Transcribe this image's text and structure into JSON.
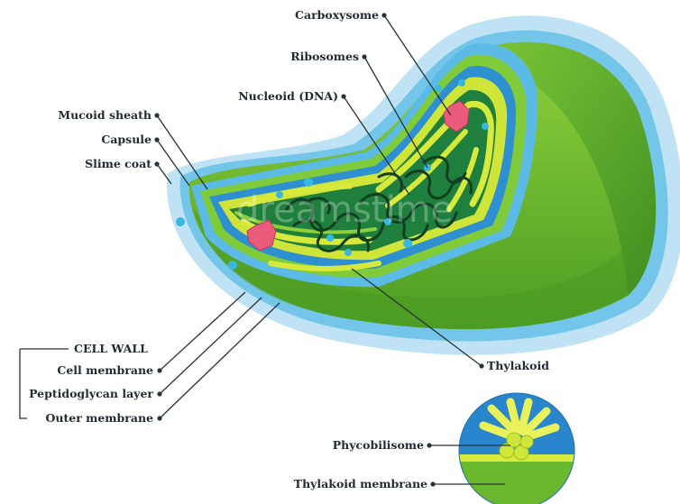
{
  "labels": {
    "carboxysome": "Carboxysome",
    "ribosomes": "Ribosomes",
    "nucleoid": "Nucleoid (DNA)",
    "mucoid_sheath": "Mucoid sheath",
    "capsule": "Capsule",
    "slime_coat": "Slime coat",
    "cell_wall": "CELL WALL",
    "cell_membrane": "Cell membrane",
    "peptidoglycan": "Peptidoglycan layer",
    "outer_membrane": "Outer membrane",
    "thylakoid": "Thylakoid",
    "phycobilisome": "Phycobilisome",
    "thylakoid_membrane": "Thylakoid membrane"
  },
  "watermark": "dreamstime",
  "colors": {
    "slime": "#bfe3f5",
    "capsule": "#5cbbe6",
    "body_green": "#6fbf2e",
    "cytoplasm": "#1f7f3d",
    "thylakoid": "#d7e93a",
    "membrane_blue": "#2e8fd1",
    "carboxysome": "#ea5a7a",
    "ribosome": "#36b8e3",
    "dna": "#123f22"
  }
}
